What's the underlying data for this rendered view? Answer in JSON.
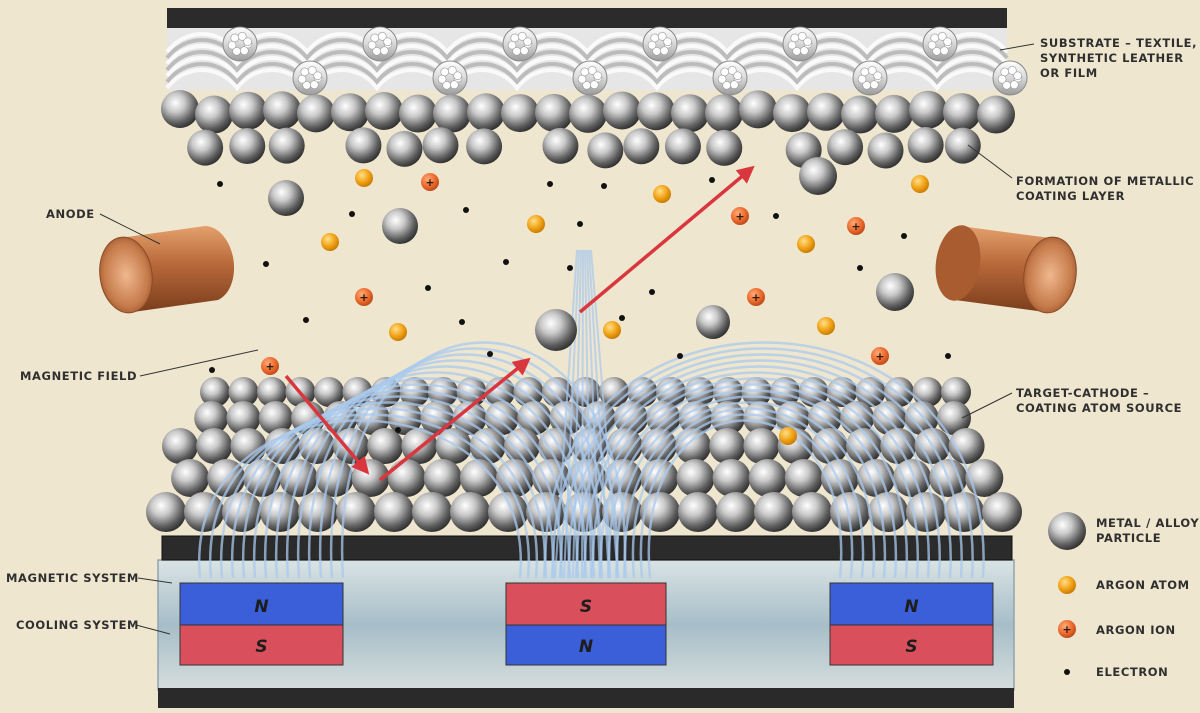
{
  "labels": {
    "substrate": "SUBSTRATE – TEXTILE,\nSYNTHETIC LEATHER\nOR FILM",
    "coating_layer": "FORMATION OF METALLIC\nCOATING LAYER",
    "anode": "ANODE",
    "magnetic_field": "MAGNETIC FIELD",
    "target_cathode": "TARGET-CATHODE –\nCOATING ATOM SOURCE",
    "magnetic_system": "MAGNETIC SYSTEM",
    "cooling_system": "COOLING SYSTEM"
  },
  "legend": [
    {
      "key": "metal",
      "label": "METAL / ALLOY\nPARTICLE"
    },
    {
      "key": "argon_atom",
      "label": "ARGON ATOM"
    },
    {
      "key": "argon_ion",
      "label": "ARGON ION"
    },
    {
      "key": "electron",
      "label": "ELECTRON"
    }
  ],
  "magnets": [
    {
      "top": "N",
      "bottom": "S"
    },
    {
      "top": "S",
      "bottom": "N"
    },
    {
      "top": "N",
      "bottom": "S"
    }
  ],
  "ion_symbol": "+",
  "colors": {
    "background": "#efe6cf",
    "north_pole": "#3a5fd8",
    "south_pole": "#d9505c",
    "anode_copper": "#b8683a",
    "argon_atom": "#f2a419",
    "argon_ion": "#ec6a2c",
    "electron": "#111111",
    "trajectory": "#d9363e",
    "field_lines": "#a9c9ee"
  }
}
